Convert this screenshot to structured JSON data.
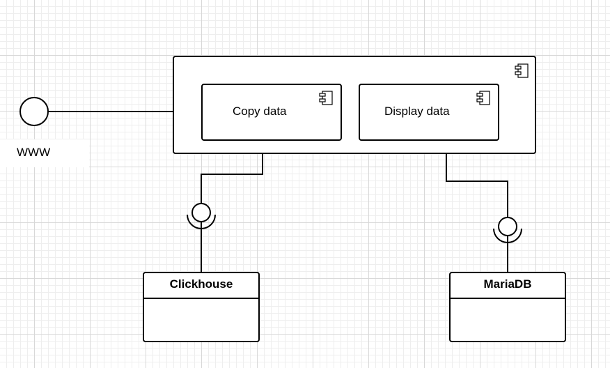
{
  "diagram": {
    "external_interface": {
      "label": "WWW"
    },
    "container_component": {
      "components": [
        {
          "label": "Copy data"
        },
        {
          "label": "Display data"
        }
      ]
    },
    "databases": [
      {
        "name": "Clickhouse"
      },
      {
        "name": "MariaDB"
      }
    ],
    "icons": [
      "component-icon"
    ],
    "colors": {
      "stroke": "#000000",
      "grid": "#d8d8d8",
      "background": "#ffffff"
    }
  }
}
